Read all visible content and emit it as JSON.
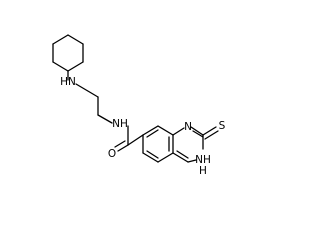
{
  "diagram": {
    "type": "chemical-structure",
    "atom_labels": {
      "amine_nh": "HN",
      "amide_nh": "NH",
      "amide_o": "O",
      "ring_n1": "N",
      "ring_nh": "NH",
      "ring_nh_h": "H",
      "thione_s": "S"
    }
  }
}
